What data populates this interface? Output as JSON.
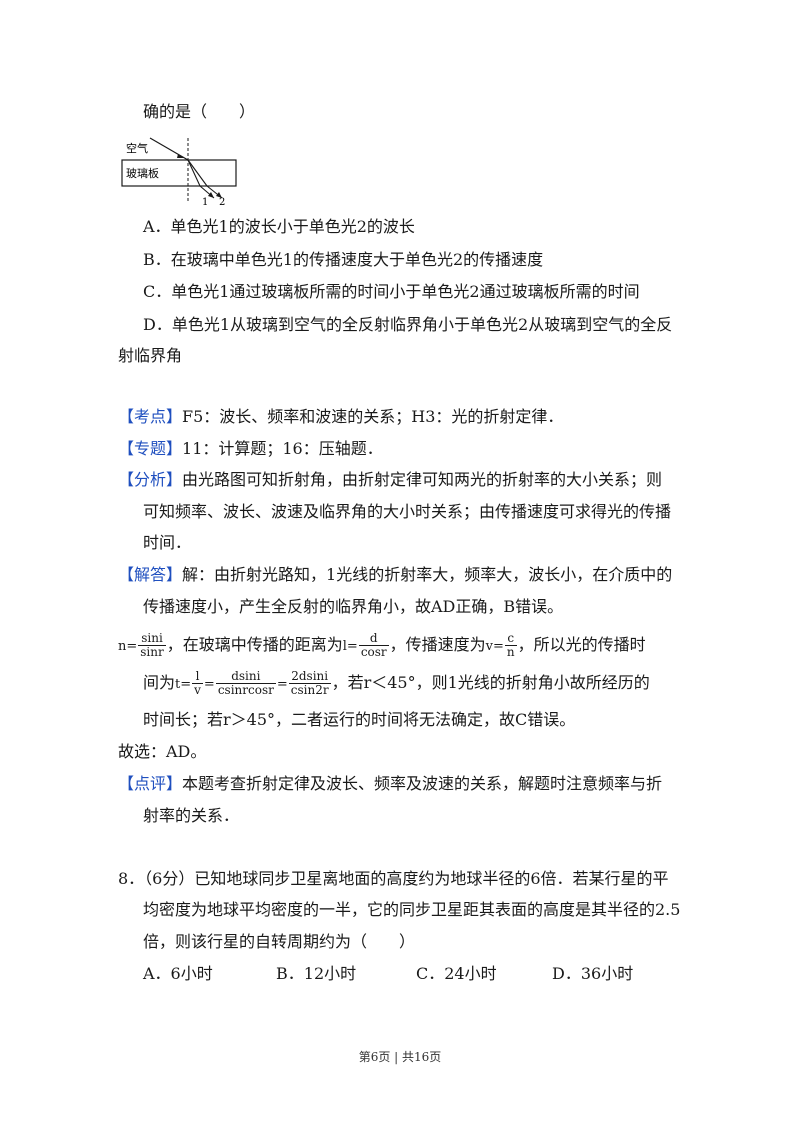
{
  "prev_question": {
    "stem_tail": "确的是（　　）",
    "figure": {
      "label_air": "空气",
      "label_glass": "玻璃板",
      "ray1": "1",
      "ray2": "2"
    },
    "options": [
      "A．单色光1的波长小于单色光2的波长",
      "B．在玻璃中单色光1的传播速度大于单色光2的传播速度",
      "C．单色光1通过玻璃板所需的时间小于单色光2通过玻璃板所需的时间",
      "D．单色光1从玻璃到空气的全反射临界角小于单色光2从玻璃到空气的全反",
      "射临界角"
    ]
  },
  "analysis": {
    "kaodian_tag": "【考点】",
    "kaodian": "F5：波长、频率和波速的关系；H3：光的折射定律．",
    "zhuanti_tag": "【专题】",
    "zhuanti": "11：计算题；16：压轴题．",
    "fenxi_tag": "【分析】",
    "fenxi": [
      "由光路图可知折射角，由折射定律可知两光的折射率的大小关系；则",
      "可知频率、波长、波速及临界角的大小时关系；由传播速度可求得光的传播",
      "时间．"
    ],
    "jieda_tag": "【解答】",
    "jieda_l1": "解：由折射光路知，1光线的折射率大，频率大，波长小，在介质中的",
    "jieda_l2": "传播速度小，产生全反射的临界角小，故AD正确，B错误。",
    "f_n_lhs": "n=",
    "f_n_num": "sini",
    "f_n_den": "sinr",
    "t_dist": "，在玻璃中传播的距离为",
    "f_l_lhs": "l=",
    "f_l_num": "d",
    "f_l_den": "cosr",
    "t_speed": "，传播速度为",
    "f_v_lhs": "v=",
    "f_v_num": "c",
    "f_v_den": "n",
    "t_time1": "，所以光的传播时",
    "t_time2": "间为",
    "f_t_lhs": "t=",
    "f_t1_num": "l",
    "f_t1_den": "v",
    "eq": "=",
    "f_t2_num": "dsini",
    "f_t2_den": "csinrcosr",
    "f_t3_num": "2dsini",
    "f_t3_den": "csin2r",
    "t_rest": "，若r＜45°，则1光线的折射角小故所经历的",
    "jieda_l5": "时间长；若r＞45°，二者运行的时间将无法确定，故C错误。",
    "answer": "故选：AD。",
    "dianping_tag": "【点评】",
    "dianping": [
      "本题考查折射定律及波长、频率及波速的关系，解题时注意频率与折",
      "射率的关系．"
    ]
  },
  "question8": {
    "lines": [
      "8．（6分）已知地球同步卫星离地面的高度约为地球半径的6倍．若某行星的平",
      "均密度为地球平均密度的一半，它的同步卫星距其表面的高度是其半径的2.5",
      "倍，则该行星的自转周期约为（　　）"
    ],
    "options": [
      "A．6小时",
      "B．12小时",
      "C．24小时",
      "D．36小时"
    ]
  },
  "footer": "第6页 | 共16页"
}
